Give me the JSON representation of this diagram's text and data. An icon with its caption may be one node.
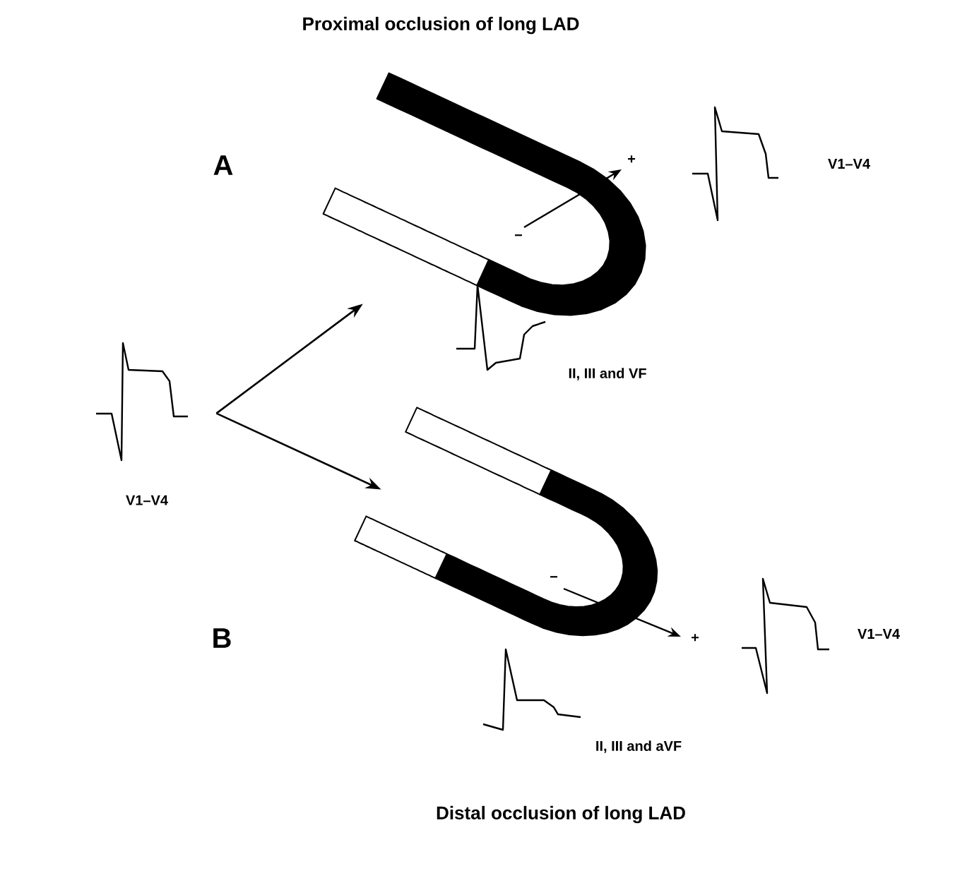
{
  "diagram": {
    "nodes": [
      {
        "text": [
          "V1–V4"
        ]
      },
      {
        "text": [],
        "shape": "picture"
      },
      {
        "text": [],
        "shape": "picture"
      }
    ],
    "edges": [
      {
        "from": 0,
        "to": 1,
        "arrow": "to"
      },
      {
        "from": 0,
        "to": 2,
        "arrow": "to"
      }
    ],
    "labels": [
      "Proximal occlusion of long LAD",
      "A",
      "+",
      "V1–V4",
      "−",
      "II, III and VF",
      "B",
      "−",
      "+",
      "V1–V4",
      "II, III and aVF",
      "Distal occlusion of long LAD"
    ]
  }
}
